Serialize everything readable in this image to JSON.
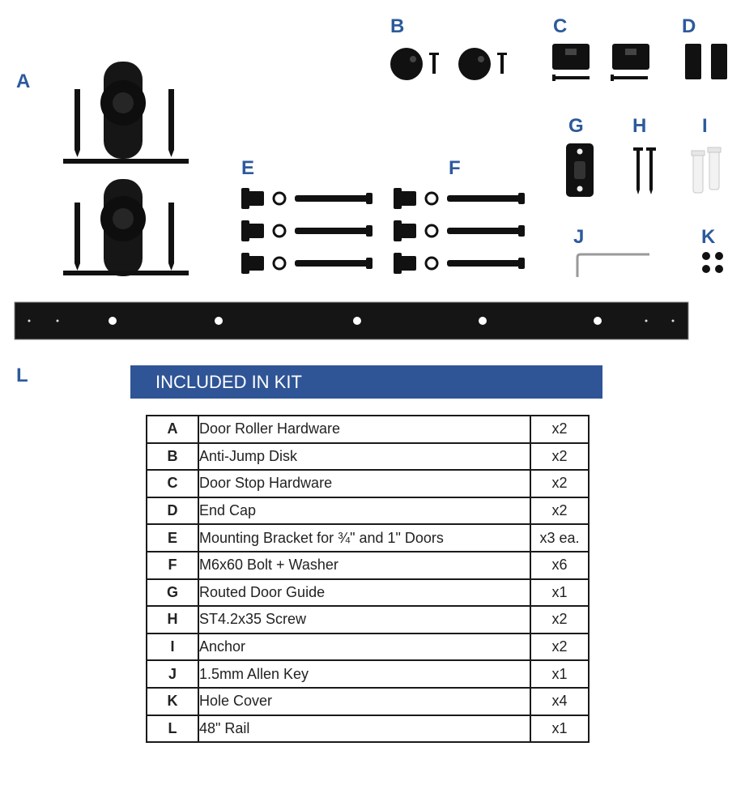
{
  "parts": {
    "A": "A",
    "B": "B",
    "C": "C",
    "D": "D",
    "E": "E",
    "F": "F",
    "G": "G",
    "H": "H",
    "I": "I",
    "J": "J",
    "K": "K",
    "L": "L"
  },
  "kit": {
    "heading": "INCLUDED IN KIT",
    "rows": [
      {
        "letter": "A",
        "description": "Door Roller Hardware",
        "qty": "x2"
      },
      {
        "letter": "B",
        "description": "Anti-Jump Disk",
        "qty": "x2"
      },
      {
        "letter": "C",
        "description": "Door Stop Hardware",
        "qty": "x2"
      },
      {
        "letter": "D",
        "description": "End Cap",
        "qty": "x2"
      },
      {
        "letter": "E",
        "description": "Mounting Bracket for ¾\" and 1\" Doors",
        "qty": "x3 ea."
      },
      {
        "letter": "F",
        "description": "M6x60 Bolt + Washer",
        "qty": "x6"
      },
      {
        "letter": "G",
        "description": "Routed Door Guide",
        "qty": "x1"
      },
      {
        "letter": "H",
        "description": "ST4.2x35 Screw",
        "qty": "x2"
      },
      {
        "letter": "I",
        "description": "Anchor",
        "qty": "x2"
      },
      {
        "letter": "J",
        "description": "1.5mm Allen Key",
        "qty": "x1"
      },
      {
        "letter": "K",
        "description": "Hole Cover",
        "qty": "x4"
      },
      {
        "letter": "L",
        "description": "48\" Rail",
        "qty": "x1"
      }
    ]
  }
}
